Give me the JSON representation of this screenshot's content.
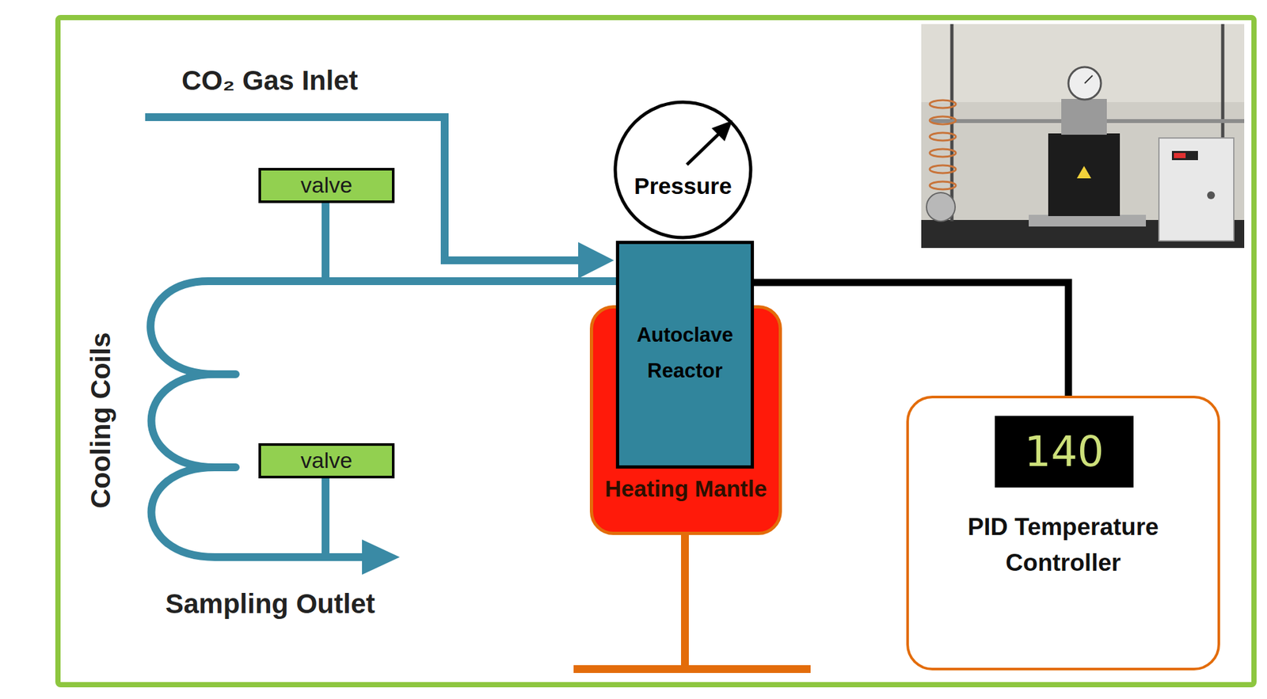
{
  "diagram": {
    "nodes": [
      {
        "text": [
          "valve"
        ]
      },
      {
        "text": [
          "Pressure"
        ]
      },
      {
        "text": [
          "Autoclave Reactor"
        ]
      },
      {
        "text": [
          "Heating Mantle"
        ]
      },
      {
        "text": [
          "valve"
        ]
      },
      {
        "text": [
          "PID Temperature Controller"
        ]
      },
      {
        "text": [
          "140"
        ],
        "in": 5
      }
    ],
    "edges": [
      {
        "from": 2,
        "to": 5,
        "arrow": "none"
      }
    ],
    "labels": [
      "CO₂ Gas Inlet",
      "Cooling Coils",
      "Sampling Outlet"
    ]
  }
}
